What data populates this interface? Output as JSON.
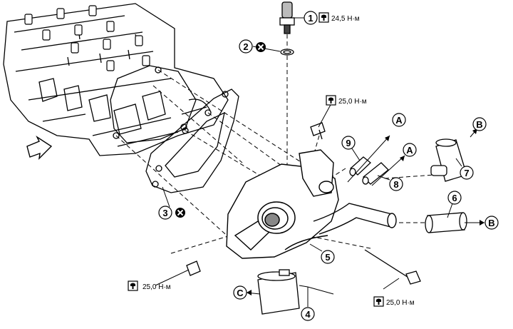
{
  "callouts": [
    {
      "label": "1"
    },
    {
      "label": "2"
    },
    {
      "label": "3"
    },
    {
      "label": "4"
    },
    {
      "label": "5"
    },
    {
      "label": "6"
    },
    {
      "label": "7"
    },
    {
      "label": "8"
    },
    {
      "label": "9"
    }
  ],
  "connection_refs": [
    {
      "label": "A"
    },
    {
      "label": "A"
    },
    {
      "label": "B"
    },
    {
      "label": "B"
    },
    {
      "label": "C"
    }
  ],
  "torque_values": [
    {
      "text": "24,5 Н·м"
    },
    {
      "text": "25,0 Н·м"
    },
    {
      "text": "25,0 Н·м"
    },
    {
      "text": "25,0 Н·м"
    }
  ],
  "icons": {
    "torque": "torque-wrench-icon",
    "replace": "do-not-reuse-icon",
    "front": "front-direction-arrow-icon"
  }
}
